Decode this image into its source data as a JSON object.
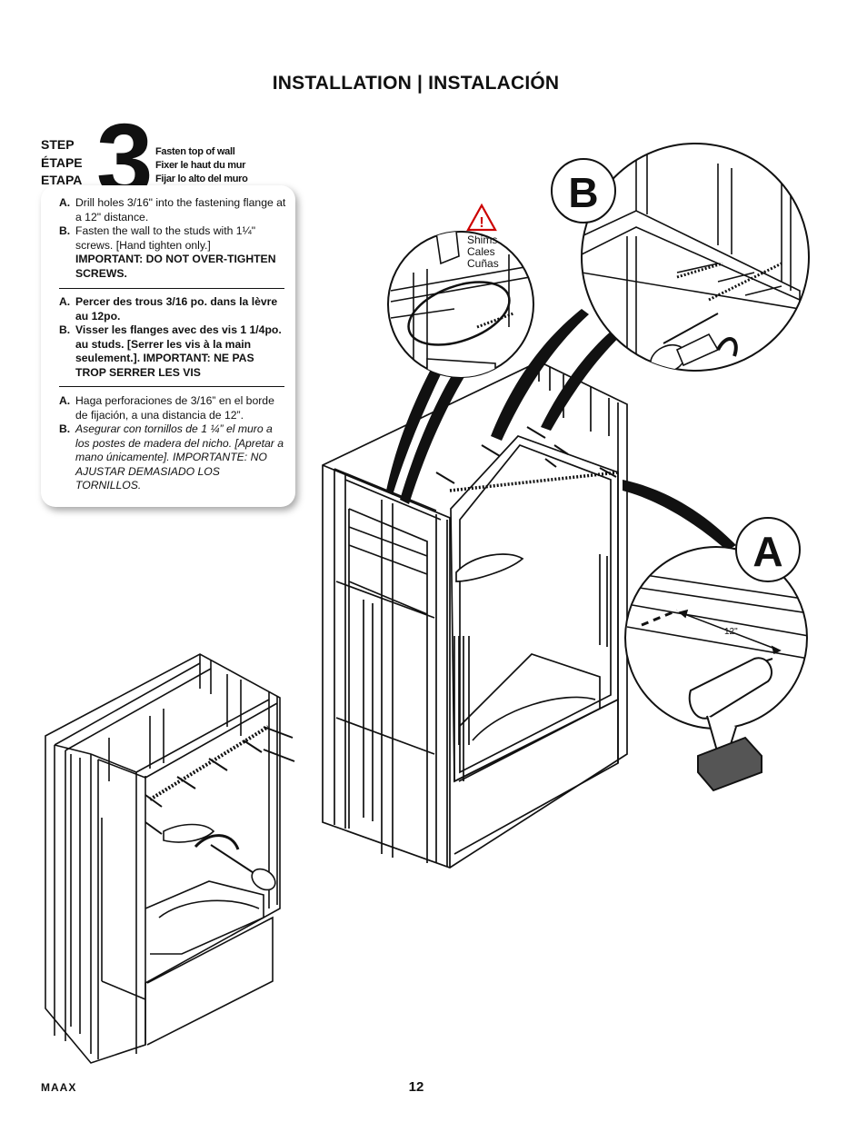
{
  "header": {
    "title": "INSTALLATION | INSTALACIÓN"
  },
  "step": {
    "labels": [
      "STEP",
      "ÉTAPE",
      "ETAPA"
    ],
    "number": "3",
    "headings": [
      "Fasten top of wall",
      "Fixer le haut du mur",
      "Fijar lo alto del muro"
    ]
  },
  "instructions": {
    "english": {
      "a_key": "A.",
      "a_text": "Drill holes 3/16\" into the fastening flange at  a 12\" distance.",
      "b_key": "B.",
      "b_text": "Fasten the wall to the studs with 1¼\" screws. [Hand tighten only.]",
      "b_important": "IMPORTANT: DO NOT OVER-TIGHTEN SCREWS."
    },
    "french": {
      "a_key": "A.",
      "a_text": "Percer des trous 3/16 po. dans la lèvre au 12po.",
      "b_key": "B.",
      "b_text": "Visser les flanges avec des vis 1 1/4po. au studs. [Serrer les vis à la main seulement.].  IMPORTANT: NE PAS TROP SERRER LES VIS"
    },
    "spanish": {
      "a_key": "A.",
      "a_text": "Haga perforaciones de 3/16” en el borde de fijación, a una distancia de 12”.",
      "b_key": "B.",
      "b_text": "Asegurar con tornillos de 1 ¼” el muro a los postes de madera del nicho. [Apretar a mano únicamente]. IMPORTANTE: NO AJUSTAR DEMASIADO LOS TORNILLOS."
    }
  },
  "diagram": {
    "callout_a": "A",
    "callout_b": "B",
    "shims": [
      "Shims",
      "Cales",
      "Cuñas"
    ],
    "distance": "12\""
  },
  "footer": {
    "logo": "MAAX",
    "page_number": "12"
  }
}
